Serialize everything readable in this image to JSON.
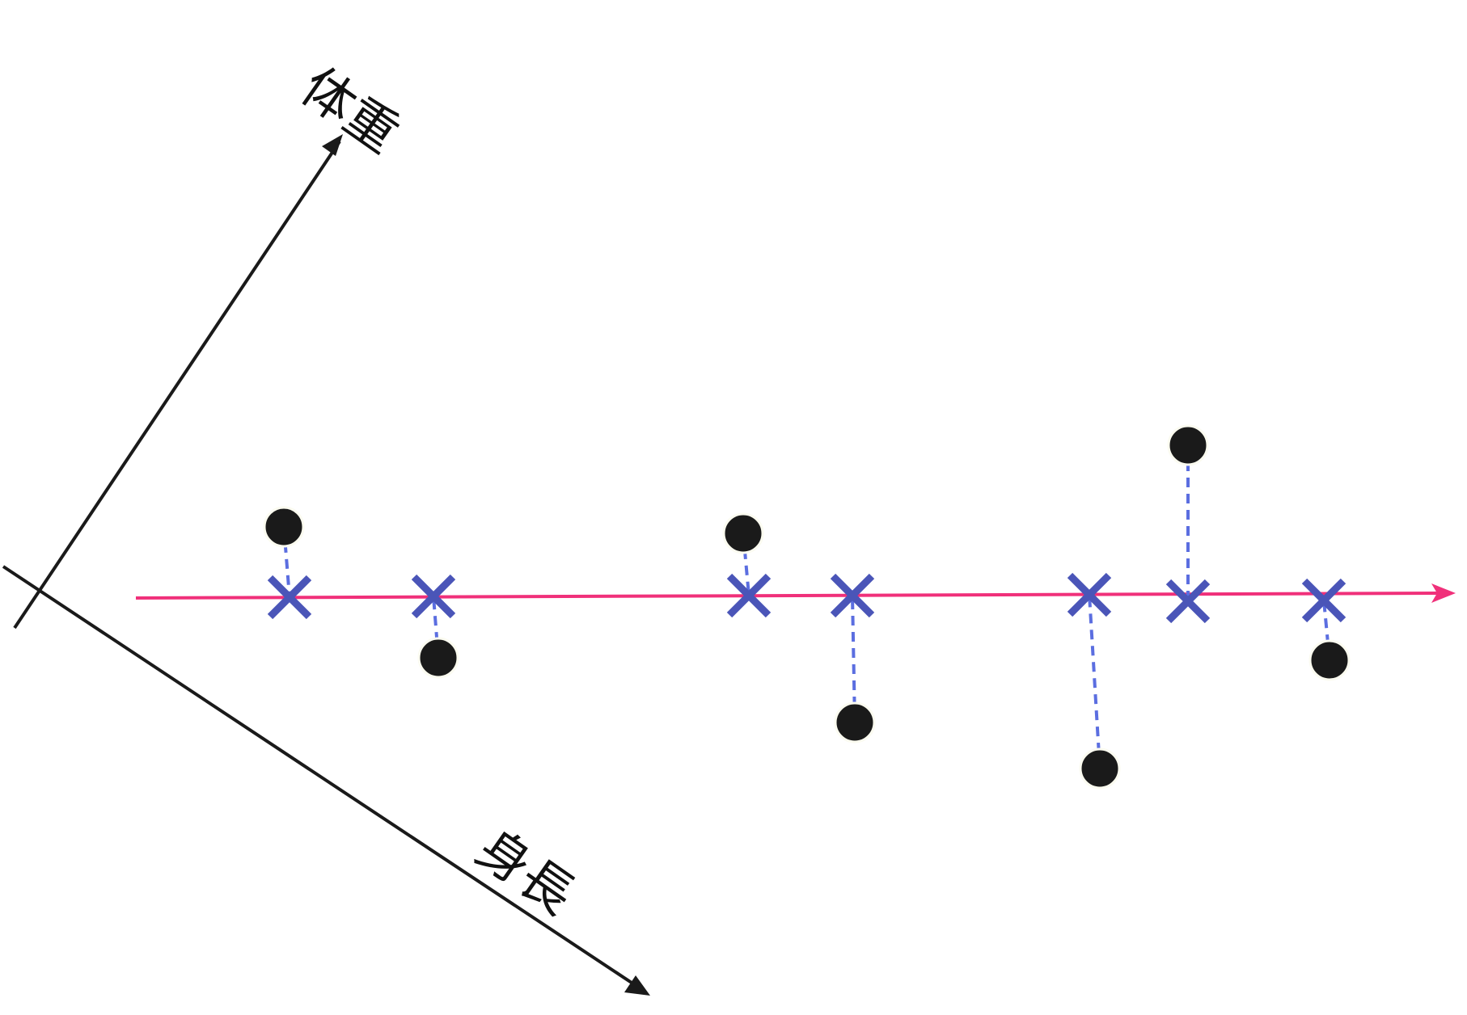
{
  "axes": {
    "weight_label": "体重",
    "height_label": "身長"
  },
  "colors": {
    "axis": "#1a1a1a",
    "projection_line": "#f0307a",
    "projected_mark": "#4a55b8",
    "connector": "#5b6ee0",
    "data_point": "#1a1a1a"
  },
  "points_count": 7
}
